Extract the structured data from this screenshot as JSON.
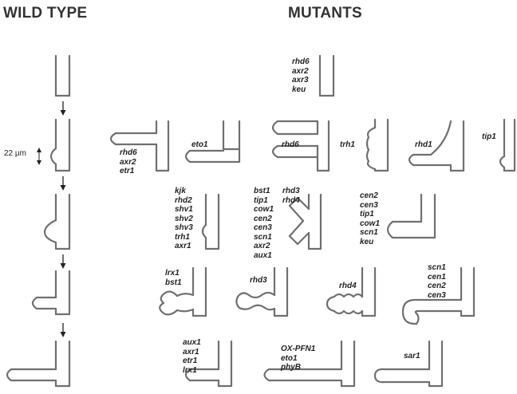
{
  "headers": {
    "wild_type": "WILD TYPE",
    "mutants": "MUTANTS"
  },
  "measurement": "22 µm",
  "gene_lists": {
    "row1_rhd6_group": [
      "rhd6",
      "axr2",
      "axr3",
      "keu"
    ],
    "row2_rhd6_group": [
      "rhd6",
      "axr2",
      "etr1"
    ],
    "row2_eto1": [
      "eto1"
    ],
    "row2_rhd6_branched": [
      "rhd6"
    ],
    "row2_trh1": [
      "trh1"
    ],
    "row2_rhd1": [
      "rhd1"
    ],
    "row2_tip1": [
      "tip1"
    ],
    "row3_kjk_group": [
      "kjk",
      "rhd2",
      "shv1",
      "shv2",
      "shv3",
      "trh1",
      "axr1"
    ],
    "row3_bst1_group": [
      "bst1",
      "tip1",
      "cow1",
      "cen2",
      "cen3",
      "scn1",
      "axr2",
      "aux1"
    ],
    "row3_rhd3_rhd4": [
      "rhd3",
      "rhd4"
    ],
    "row3_cen2_group": [
      "cen2",
      "cen3",
      "tip1",
      "cow1",
      "scn1",
      "keu"
    ],
    "row4_lrx1_group": [
      "lrx1",
      "bst1"
    ],
    "row4_rhd3": [
      "rhd3"
    ],
    "row4_rhd4": [
      "rhd4"
    ],
    "row4_scn1_group": [
      "scn1",
      "cen1",
      "cen2",
      "cen3"
    ],
    "row5_aux1_group": [
      "aux1",
      "axr1",
      "etr1",
      "lrx1"
    ],
    "row5_oxpfn1_group": [
      "OX-PFN1",
      "eto1",
      "phyB"
    ],
    "row5_sar1": [
      "sar1"
    ]
  },
  "icons": {
    "arrow": "down-arrow-icon",
    "measure": "double-headed-arrow-icon"
  },
  "colors": {
    "outline": "#707070",
    "text": "#222222",
    "header": "#333333"
  }
}
